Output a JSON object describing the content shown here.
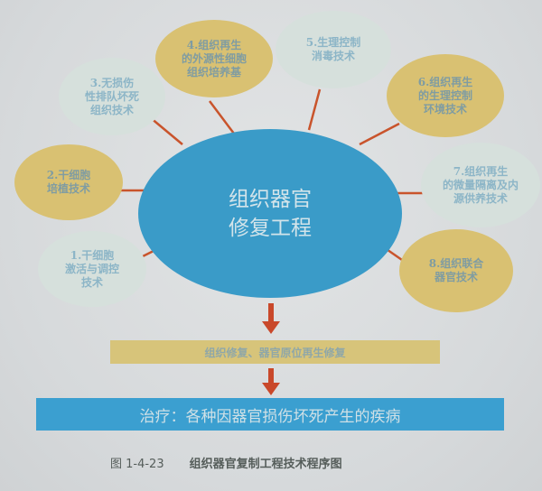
{
  "diagram": {
    "center": {
      "label": "组织器官\n修复工程",
      "color": "#3a9bc8"
    },
    "nodes": [
      {
        "id": 1,
        "label": "1.干细胞\n激活与调控\n技术",
        "style": "pale"
      },
      {
        "id": 2,
        "label": "2.干细胞\n培植技术",
        "style": "yellow"
      },
      {
        "id": 3,
        "label": "3.无损伤\n性排队坏死\n组织技术",
        "style": "pale"
      },
      {
        "id": 4,
        "label": "4.组织再生\n的外源性细胞\n组织培养基",
        "style": "yellow"
      },
      {
        "id": 5,
        "label": "5.生理控制\n消毒技术",
        "style": "pale"
      },
      {
        "id": 6,
        "label": "6.组织再生\n的生理控制\n环境技术",
        "style": "yellow"
      },
      {
        "id": 7,
        "label": "7.组织再生\n的微量隔离及内\n源供养技术",
        "style": "pale"
      },
      {
        "id": 8,
        "label": "8.组织联合\n器官技术",
        "style": "yellow"
      }
    ],
    "step1": {
      "label": "组织修复、器官原位再生修复",
      "color": "#d7c47a"
    },
    "step2": {
      "label": "治疗：各种因器官损伤坏死产生的疾病",
      "color": "#3b9fd0"
    },
    "connector_color": "#c9542c",
    "arrow_color": "#c9482a"
  },
  "caption": {
    "figure_number": "图 1-4-23",
    "title": "组织器官复制工程技术程序图"
  }
}
